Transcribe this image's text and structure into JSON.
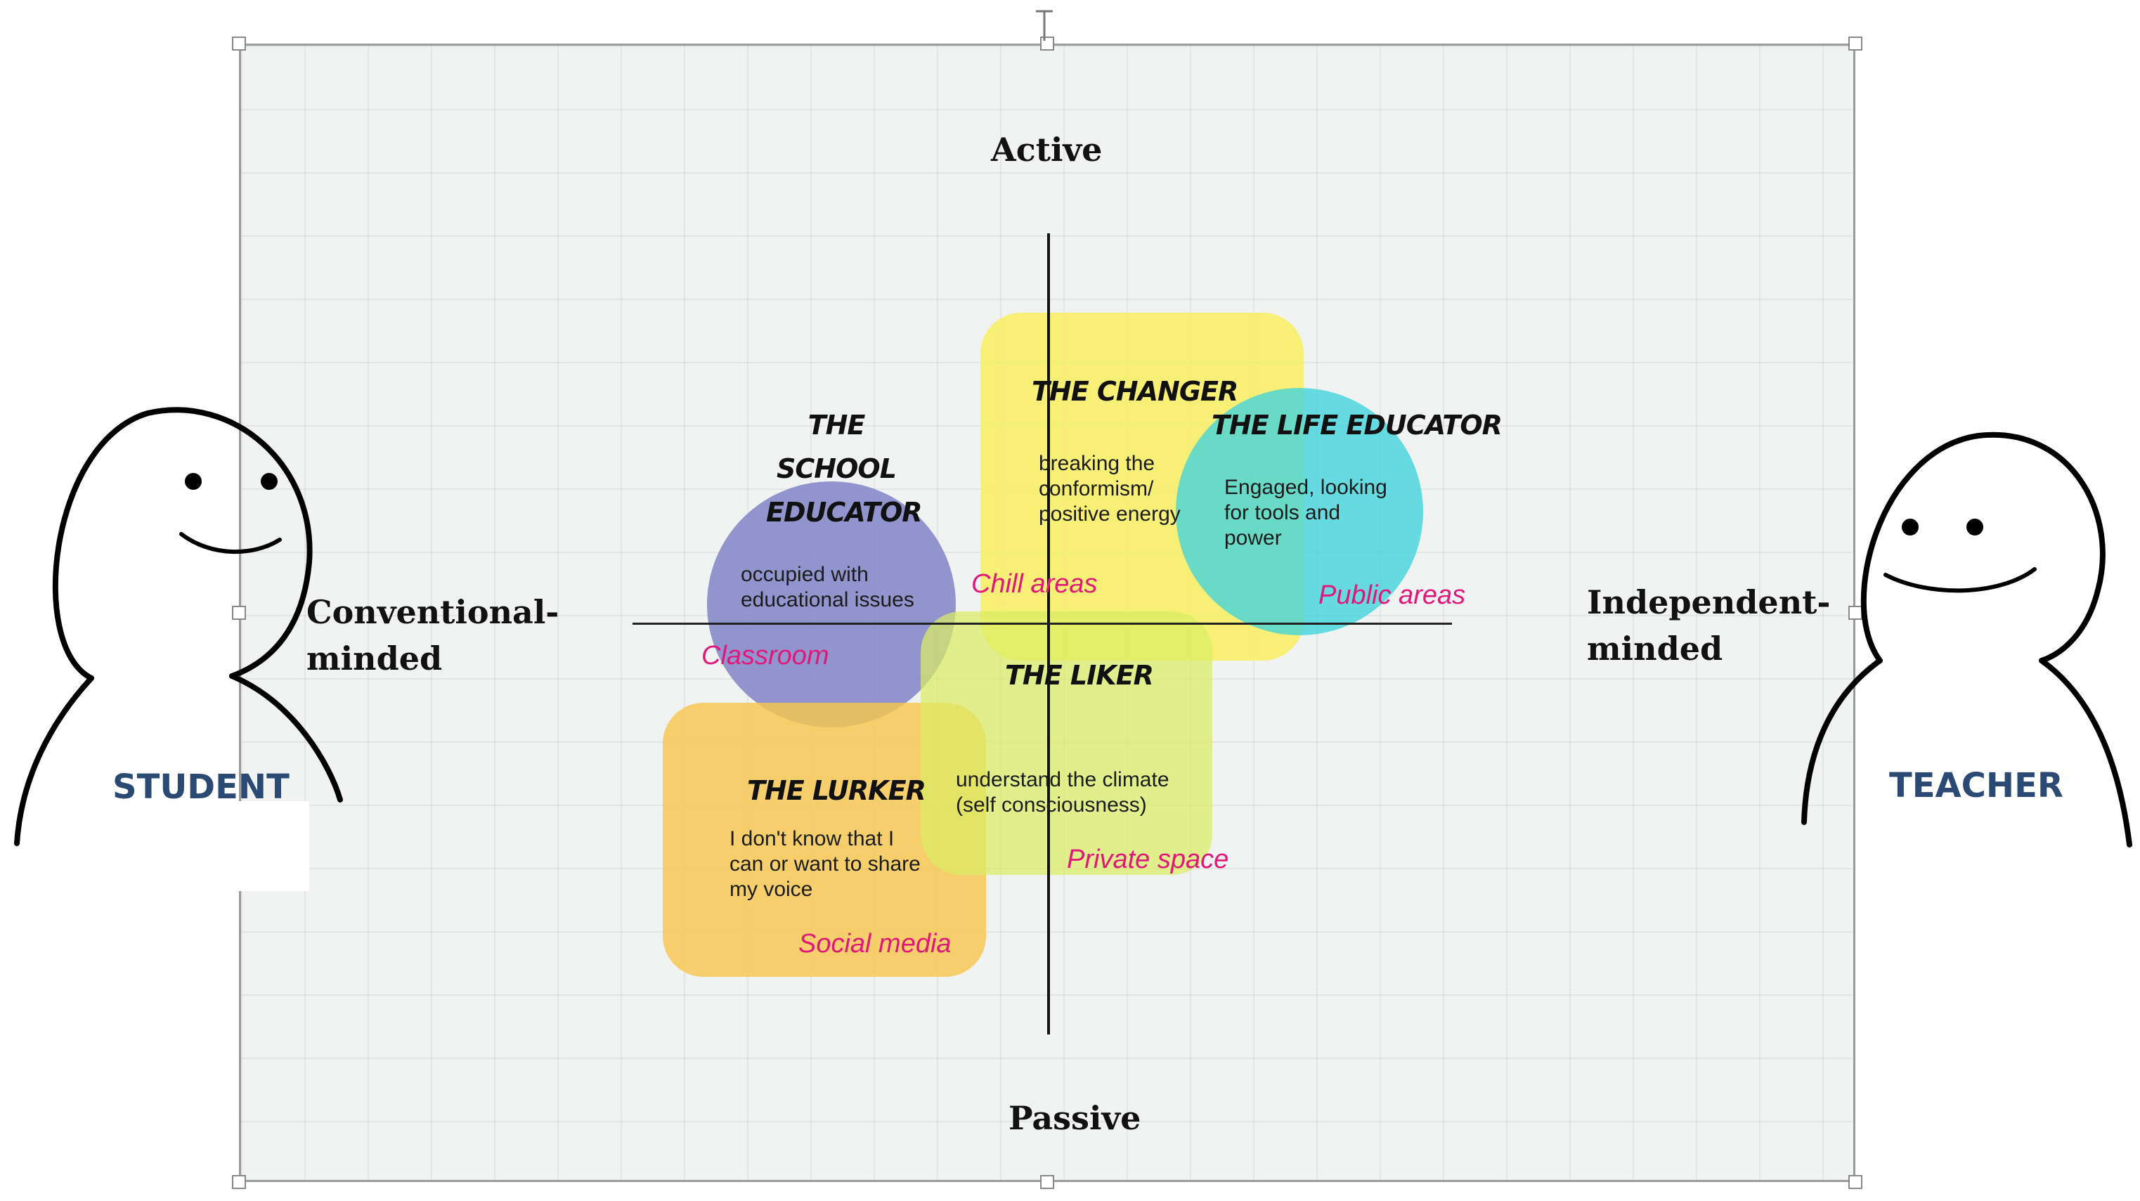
{
  "axes": {
    "top": "Active",
    "bottom": "Passive",
    "left_line1": "Conventional-",
    "left_line2": "minded",
    "right_line1": "Independent-",
    "right_line2": "minded"
  },
  "profiles": {
    "changer": {
      "title": "THE CHANGER",
      "desc": [
        "breaking the",
        "conformism/",
        "positive energy"
      ],
      "color": "#f9ef5a"
    },
    "life_educator": {
      "title": "THE LIFE EDUCATOR",
      "desc": [
        "Engaged, looking",
        "for tools and",
        "power"
      ],
      "color": "#3fd3dc"
    },
    "school_educator": {
      "title_line1": "THE SCHOOL",
      "title_line2": "EDUCATOR",
      "desc": [
        "occupied with",
        "educational issues"
      ],
      "color": "#7c7fc6"
    },
    "liker": {
      "title": "THE LIKER",
      "desc": [
        "understand the climate",
        "(self consciousness)"
      ],
      "color": "#d9ec62"
    },
    "lurker": {
      "title": "THE LURKER",
      "desc": [
        "I don't know that I",
        "can or want to share",
        "my voice"
      ],
      "color": "#f6c74e"
    }
  },
  "places": {
    "chill": "Chill areas",
    "public": "Public areas",
    "classroom": "Classroom",
    "private": "Private space",
    "social": "Social media"
  },
  "people": {
    "left": "STUDENT",
    "right": "TEACHER"
  }
}
